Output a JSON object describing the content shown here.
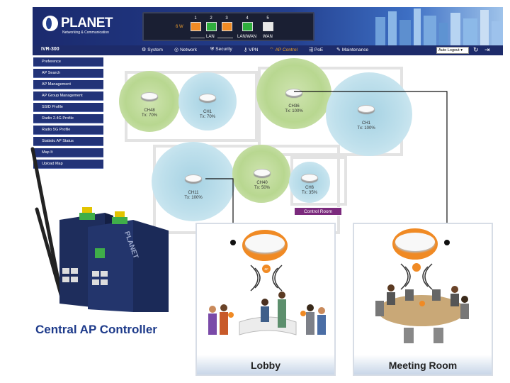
{
  "header": {
    "logo": "PLANET",
    "tagline": "Networking & Communication",
    "power_label": "6 W",
    "ports": [
      "1",
      "2",
      "3",
      "4",
      "5"
    ],
    "port_groups": [
      "LAN",
      "LAN/WAN",
      "WAN"
    ],
    "colors": {
      "header_bg": "#24408f",
      "menu_bg": "#1d2b6a",
      "active": "#f5a623"
    }
  },
  "menubar": {
    "model": "IVR-300",
    "items": [
      {
        "icon": "gear-icon",
        "label": "System"
      },
      {
        "icon": "globe-icon",
        "label": "Network"
      },
      {
        "icon": "shield-icon",
        "label": "Security"
      },
      {
        "icon": "key-icon",
        "label": "VPN"
      },
      {
        "icon": "wifi-icon",
        "label": "AP Control"
      },
      {
        "icon": "poe-icon",
        "label": "PoE"
      },
      {
        "icon": "wrench-icon",
        "label": "Maintenance"
      }
    ],
    "auto_logout": "Auto Logout",
    "refresh_icon": "refresh-icon",
    "logout_icon": "logout-icon"
  },
  "sidebar": {
    "items": [
      "Preference",
      "AP Search",
      "AP Management",
      "AP Group Management",
      "SSID Profile",
      "Radio 2.4G Profile",
      "Radio 5G Profile",
      "Statistic AP Status",
      "Map It",
      "Upload Map"
    ]
  },
  "floorplan": {
    "aps": [
      {
        "channel": "CH48",
        "tx": "Tx: 70%"
      },
      {
        "channel": "CH1",
        "tx": "Tx: 70%"
      },
      {
        "channel": "CH36",
        "tx": "Tx: 100%"
      },
      {
        "channel": "CH1",
        "tx": "Tx: 100%"
      },
      {
        "channel": "CH11",
        "tx": "Tx: 100%"
      },
      {
        "channel": "CH40",
        "tx": "Tx: 50%"
      },
      {
        "channel": "CH6",
        "tx": "Tx: 35%"
      }
    ],
    "control_room": "Control Room"
  },
  "hardware": {
    "brand": "PLANET"
  },
  "caption": "Central AP Controller",
  "scenes": {
    "lobby": "Lobby",
    "meeting": "Meeting Room",
    "ap_badge": "ac"
  }
}
